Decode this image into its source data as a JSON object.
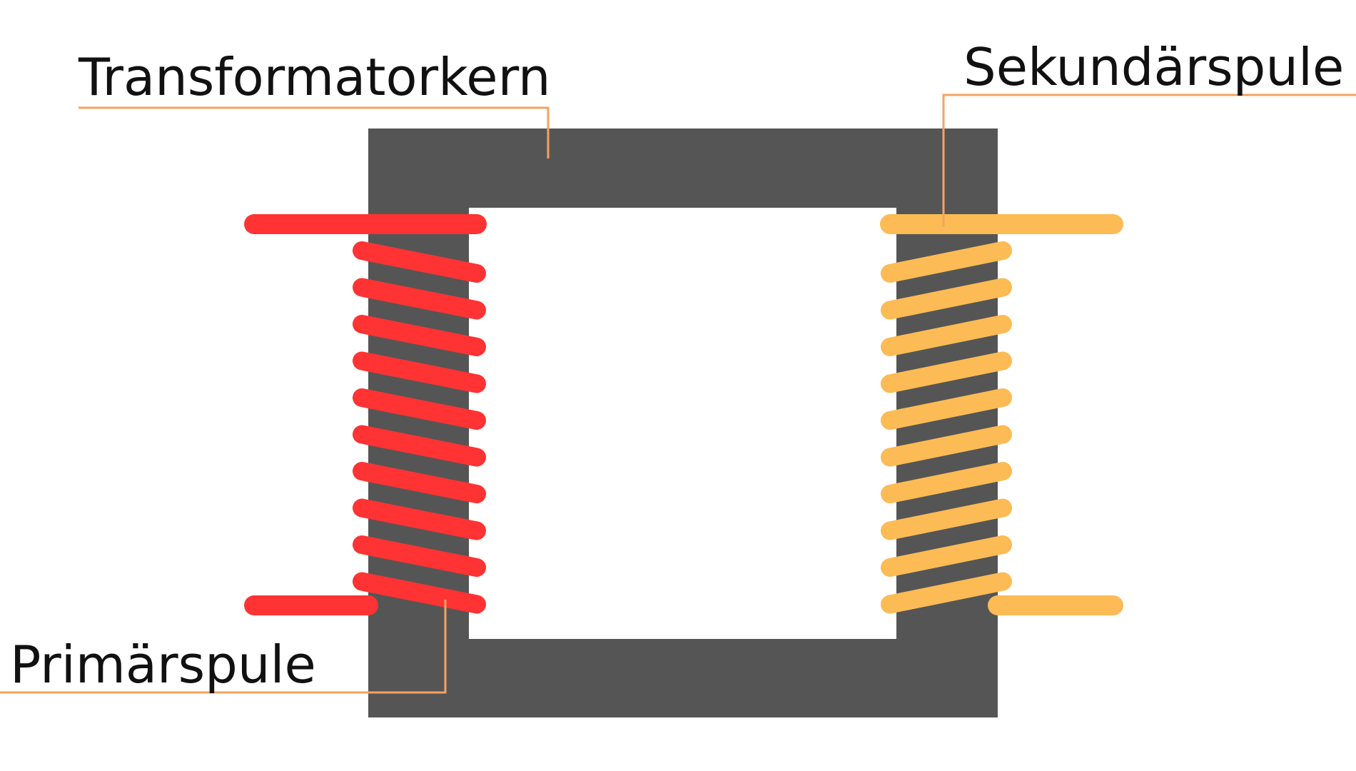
{
  "labels": {
    "core": "Transformatorkern",
    "secondary": "Sekundärspule",
    "primary": "Primärspule"
  },
  "colors": {
    "core": "#555555",
    "primary_coil": "#ff3333",
    "secondary_coil": "#fdbb55",
    "leader_line": "#f4a261",
    "label_text": "#111111",
    "background": "#ffffff"
  },
  "coil_turns": {
    "primary": 10,
    "secondary": 10
  }
}
